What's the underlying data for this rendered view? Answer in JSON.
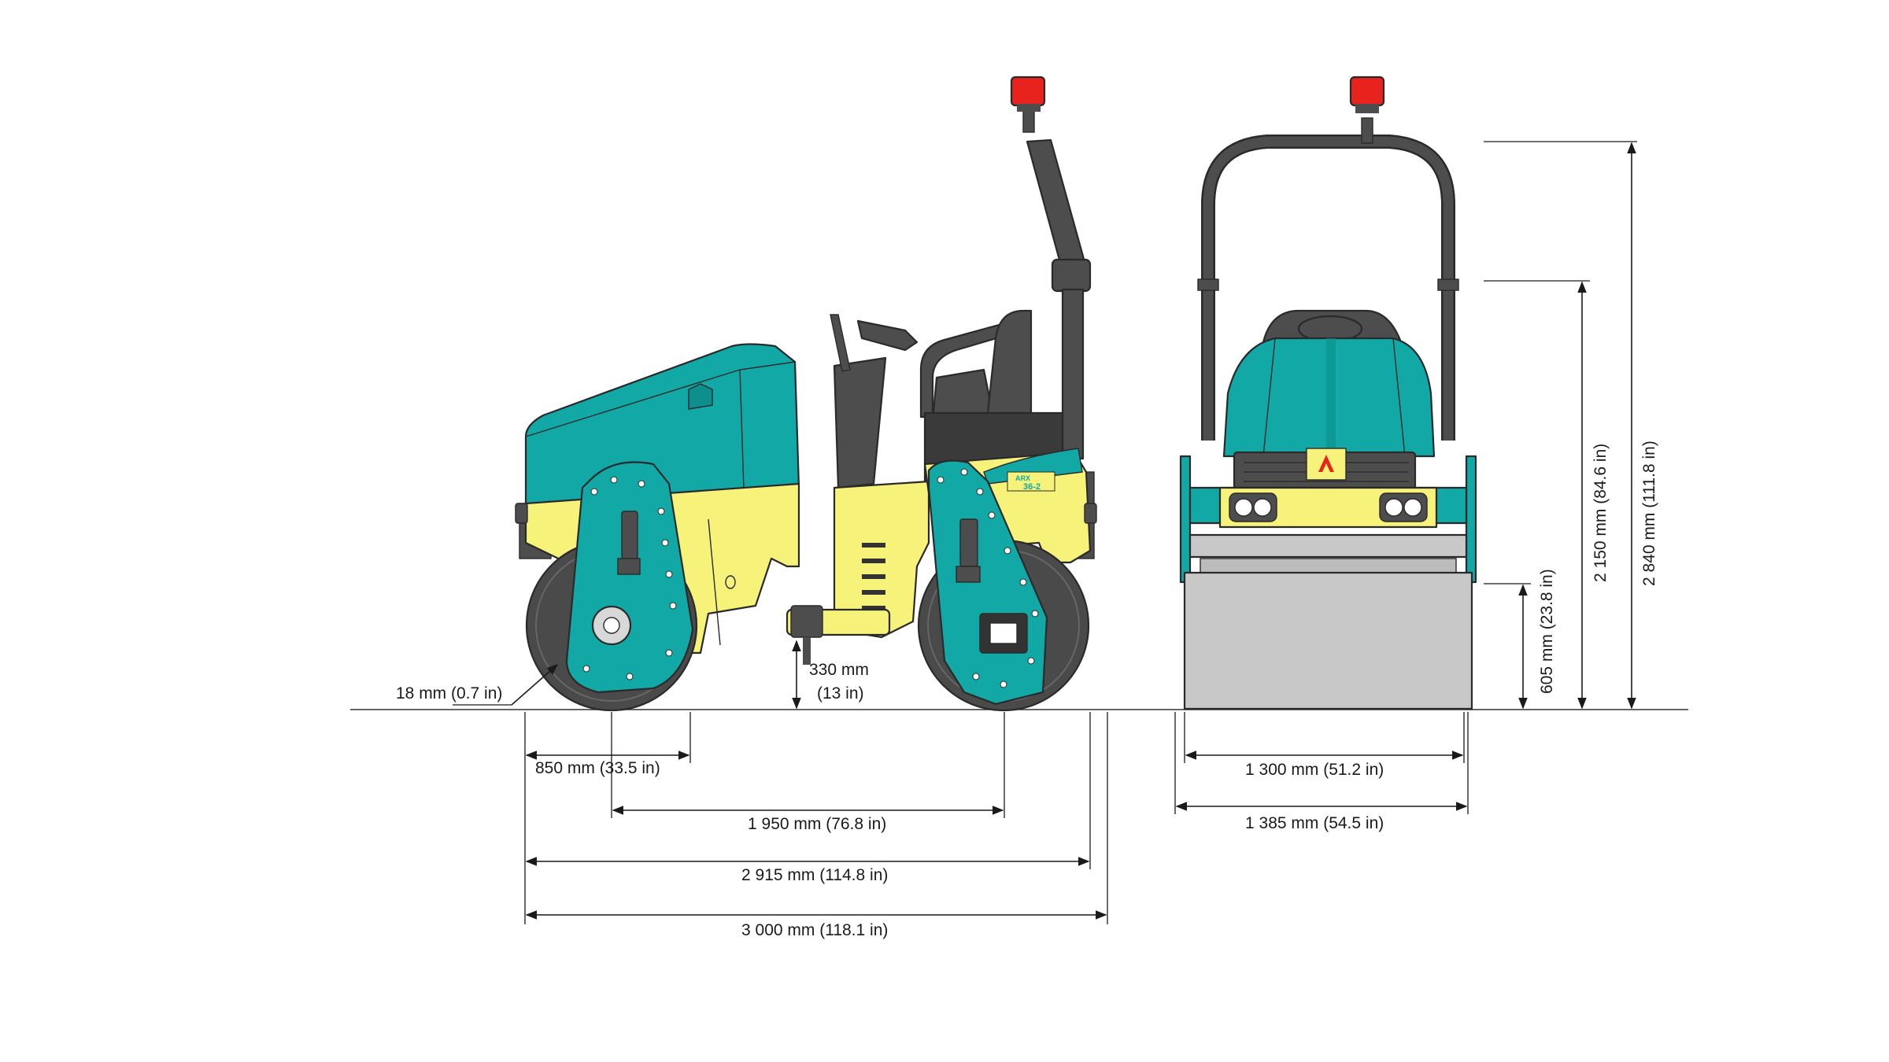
{
  "colors": {
    "teal": "#11a8a6",
    "teal_dark": "#0d8f8d",
    "yellow": "#f6f27a",
    "drum": "#4a4a4a",
    "frame": "#4d4d4d",
    "beacon": "#e8231d",
    "drum_front": "#c8c8c8",
    "line": "#1a1a1a"
  },
  "icons": {
    "logo": "ammann-logo-icon",
    "beacon": "warning-beacon-icon"
  },
  "model_badge": {
    "line1": "ARX",
    "line2": "36-2"
  },
  "dimensions": {
    "drum_edge": "18 mm (0.7 in)",
    "ground_clearance_mm": "330 mm",
    "ground_clearance_in": "(13 in)",
    "front_overhang": "850 mm (33.5 in)",
    "wheelbase": "1 950 mm (76.8 in)",
    "length_drums": "2 915 mm (114.8 in)",
    "length_total": "3 000 mm (118.1 in)",
    "drum_width": "1 300 mm (51.2 in)",
    "total_width": "1 385 mm (54.5 in)",
    "drum_height": "605 mm (23.8 in)",
    "height_rops_folded": "2 150 mm (84.6 in)",
    "height_total": "2 840 mm (111.8 in)"
  }
}
